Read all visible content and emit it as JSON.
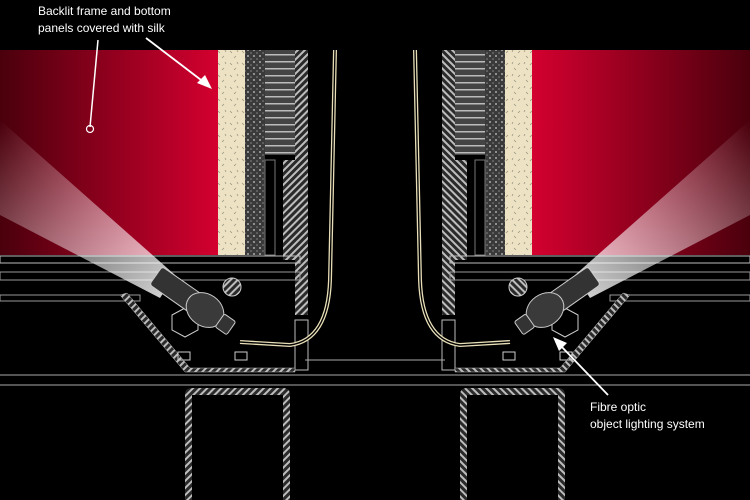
{
  "annotations": {
    "silk": {
      "line1": "Backlit frame and bottom",
      "line2": "panels covered with silk"
    },
    "fibre": {
      "line1": "Fibre optic",
      "line2": "object lighting system"
    }
  },
  "colors": {
    "panel_red": "#d4002f",
    "panel_dark": "#4a000c",
    "insulation": "#ede3c4",
    "fibre": "#e8dfb8",
    "outline": "#cfcfcf"
  }
}
